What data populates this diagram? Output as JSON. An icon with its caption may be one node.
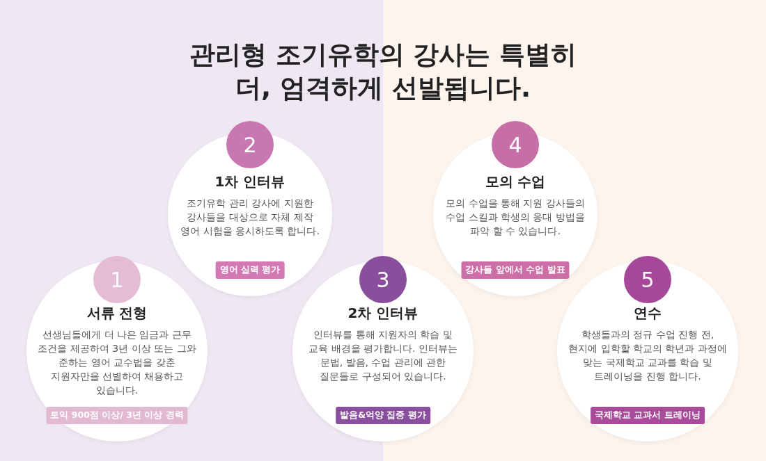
{
  "diagram": {
    "title": "관리형 조기유학의 강사는 특별히 더, 엄격하게 선발됩니다.",
    "nodes": [
      {
        "text": [
          "서류 전형",
          "선생님들에게 더 나은 임금과 근무 조건을 제공하여 3년 이상 또는 그와 준하는 영어 교수법을 갖춘 지원자만을 선별하여 채용하고 있습니다."
        ]
      },
      {
        "text": [
          "1"
        ]
      },
      {
        "text": [
          "토익 900점 이상/ 3년 이상 경력"
        ],
        "in": 0
      },
      {
        "text": [
          "1차 인터뷰",
          "조기유학 관리 강사에 지원한 강사들을 대상으로 자체 제작 영어 시험을 응시하도록 합니다."
        ]
      },
      {
        "text": [
          "2"
        ]
      },
      {
        "text": [
          "영어 실력 평가"
        ],
        "in": 3
      },
      {
        "text": [
          "2차 인터뷰",
          "인터뷰를 통해 지원자의 학습 및 교육 배경을 평가합니다. 인터뷰는 문법, 발음, 수업 관리에 관한 질문들로 구성되어 있습니다."
        ]
      },
      {
        "text": [
          "3"
        ]
      },
      {
        "text": [
          "발음&억양 집중 평가"
        ],
        "in": 6
      },
      {
        "text": [
          "모의 수업",
          "모의 수업을 통해 지원 강사들의 수업 스킬과 학생의 응대 방법을 파악 할 수 있습니다."
        ]
      },
      {
        "text": [
          "4"
        ]
      },
      {
        "text": [
          "강사들 앞에서 수업 발표"
        ],
        "in": 9
      },
      {
        "text": [
          "연수",
          "학생들과의 정규 수업 진행 전, 현지에 입학할 학교의 학년과 과정에 맞는 국제학교 교과를 학습 및 트레이닝을 진행 합니다."
        ]
      },
      {
        "text": [
          "5"
        ]
      },
      {
        "text": [
          "국제학교 교과서 트레이닝"
        ],
        "in": 12
      }
    ]
  }
}
